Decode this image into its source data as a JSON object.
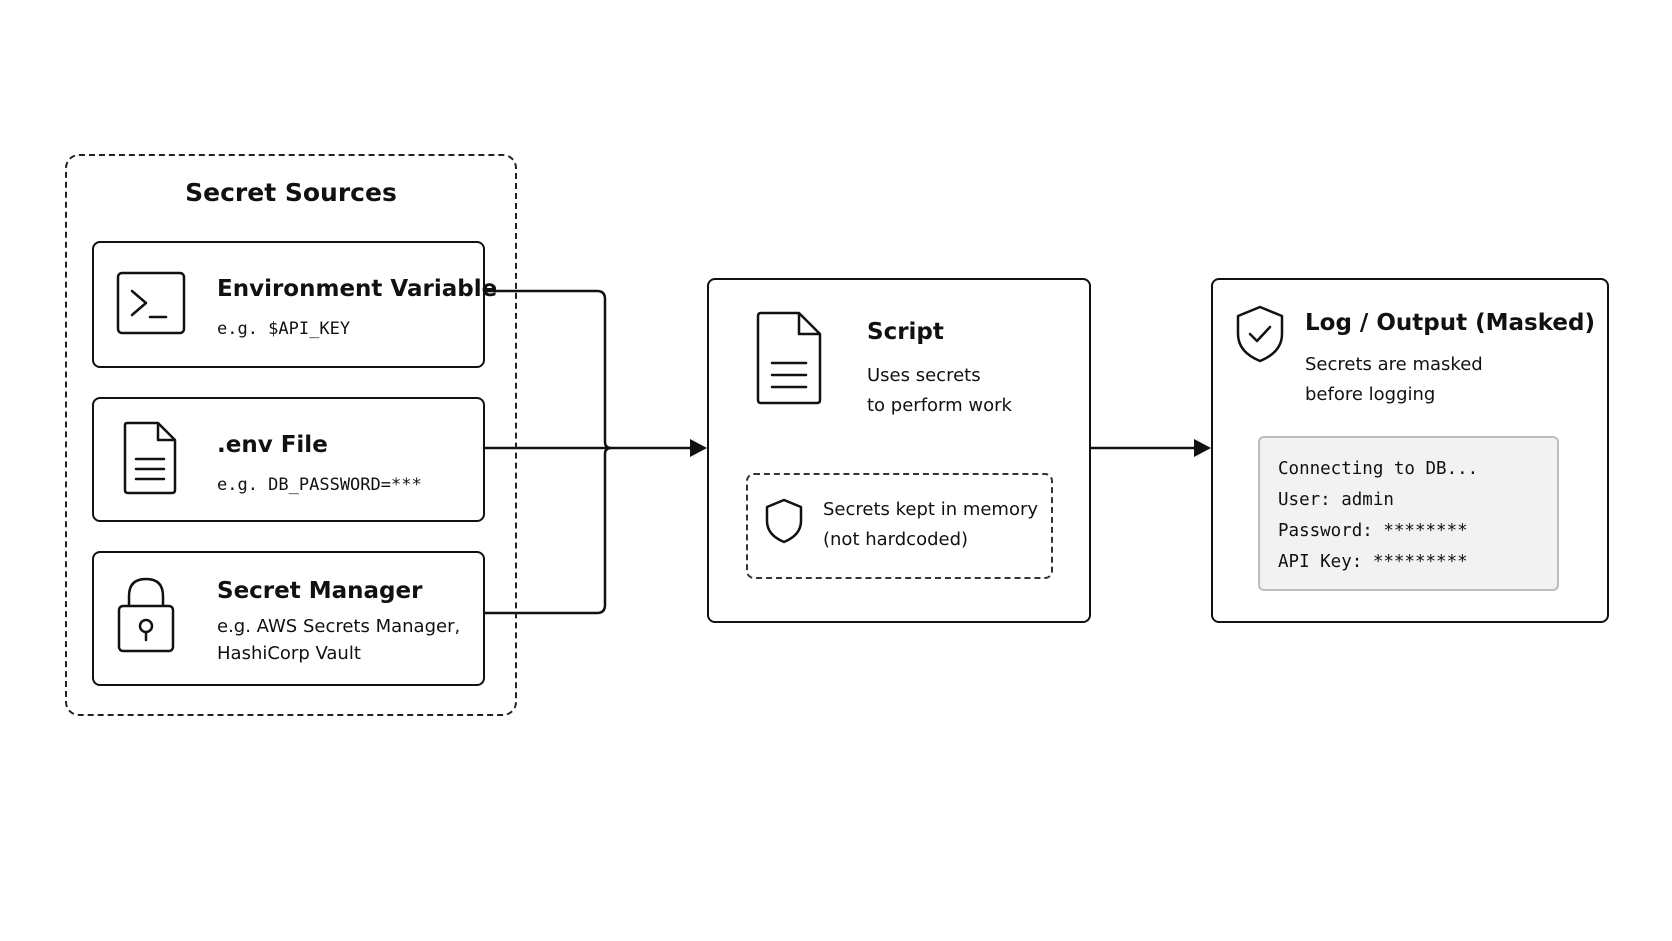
{
  "sources": {
    "title": "Secret Sources",
    "items": [
      {
        "title": "Environment Variable",
        "example": "e.g. $API_KEY",
        "icon": "terminal-icon"
      },
      {
        "title": ".env File",
        "example": "e.g. DB_PASSWORD=***",
        "icon": "file-icon"
      },
      {
        "title": "Secret Manager",
        "example_lines": [
          "e.g. AWS Secrets Manager,",
          "HashiCorp Vault"
        ],
        "icon": "lock-icon"
      }
    ]
  },
  "script": {
    "title": "Script",
    "desc_lines": [
      "Uses secrets",
      "to perform work"
    ],
    "icon": "document-icon",
    "memory": {
      "lines": [
        "Secrets kept in memory",
        "(not hardcoded)"
      ],
      "icon": "shield-icon"
    }
  },
  "log": {
    "title": "Log / Output (Masked)",
    "desc_lines": [
      "Secrets are masked",
      "before logging"
    ],
    "icon": "shield-check-icon",
    "console_lines": [
      "Connecting to DB...",
      "User: admin",
      "Password: ********",
      "API Key: *********"
    ]
  }
}
